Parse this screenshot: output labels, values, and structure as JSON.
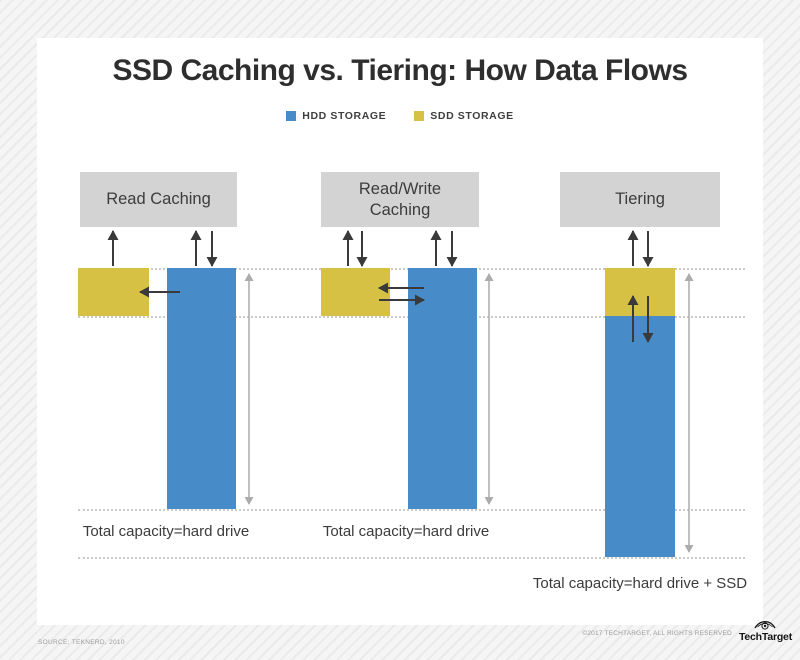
{
  "title": "SSD Caching vs. Tiering: How Data Flows",
  "legend": {
    "items": [
      {
        "label": "HDD STORAGE",
        "color": "#478BC9"
      },
      {
        "label": "SDD STORAGE",
        "color": "#D6C144"
      }
    ]
  },
  "columns": [
    {
      "header": "Read Caching",
      "caption": "Total capacity=hard drive"
    },
    {
      "header": "Read/Write Caching",
      "caption": "Total capacity=hard drive"
    },
    {
      "header": "Tiering",
      "caption": "Total capacity=hard drive + SSD"
    }
  ],
  "footer": {
    "source": "SOURCE: TEKNERD, 2010",
    "copyright": "©2017 TECHTARGET, ALL RIGHTS RESERVED",
    "brand": "TechTarget"
  },
  "colors": {
    "hdd_blue": "#478BC9",
    "ssd_yellow": "#D6C144",
    "header_box_gray": "#D3D3D3",
    "dark_arrow": "#3A3A3A",
    "capacity_arrow_gray": "#ACACAC",
    "dotted_line_gray": "#C9C9C9",
    "title_text": "#2E2E2E",
    "card_background": "#FFFFFF"
  }
}
